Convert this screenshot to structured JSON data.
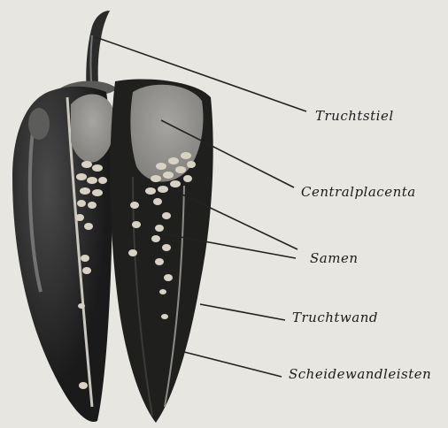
{
  "labels": {
    "fruchtstiel": "Truchtstiel",
    "centralplacenta": "Centralplacenta",
    "samen": "Samen",
    "fruchtwand": "Truchtwand",
    "scheidewandleisten": "Scheidewandleisten"
  },
  "colors": {
    "background": "#e7e6e1",
    "fruit_dark": "#1d1d1d",
    "placenta": "#9a9896",
    "seed": "#d7d2c4",
    "leader_line": "#222222"
  }
}
